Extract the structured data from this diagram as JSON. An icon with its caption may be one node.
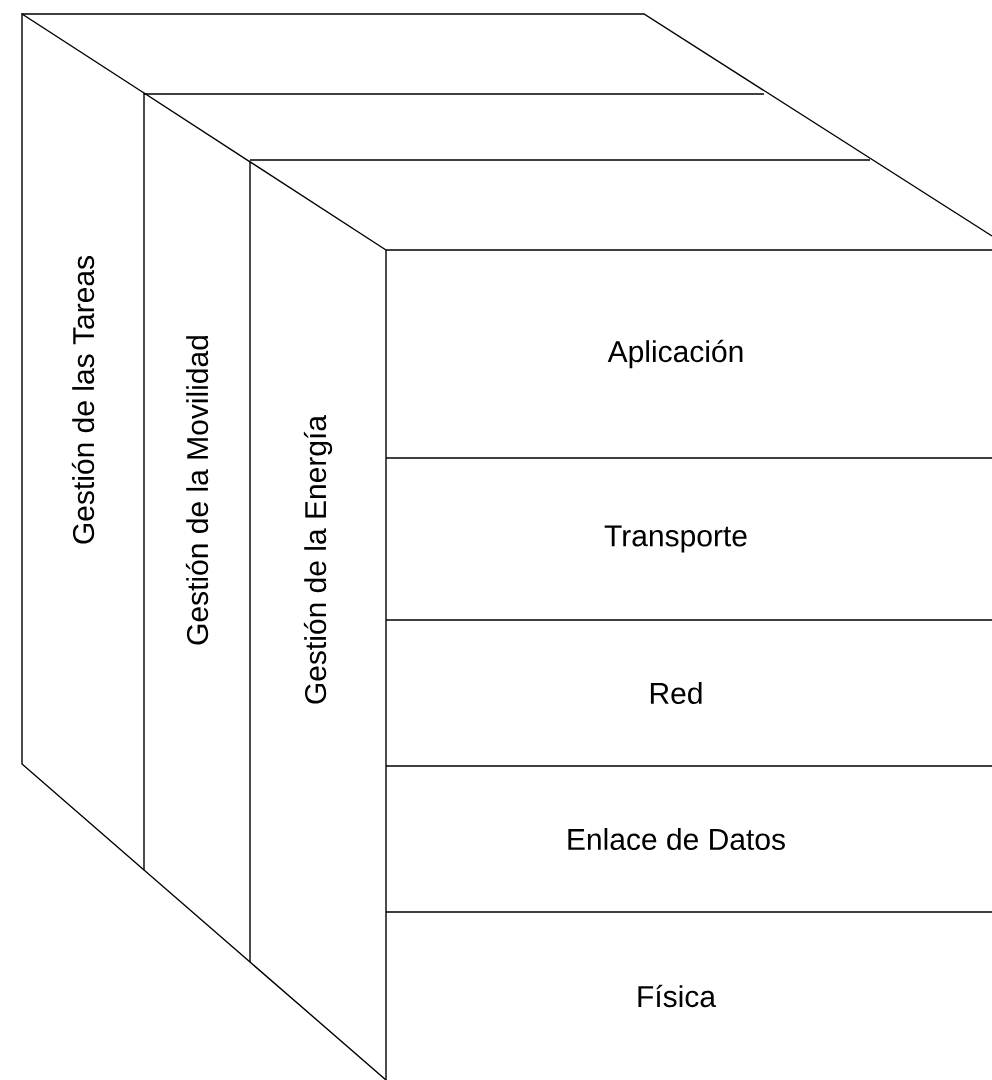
{
  "diagram": {
    "nodes": [
      {
        "text": [
          "Gestión de las Tareas"
        ]
      },
      {
        "text": [
          "Gestión de la Movilidad"
        ]
      },
      {
        "text": [
          "Gestión de la Energía"
        ]
      },
      {
        "text": [
          "Aplicación"
        ]
      },
      {
        "text": [
          "Transporte"
        ]
      },
      {
        "text": [
          "Red"
        ]
      },
      {
        "text": [
          "Enlace de Datos"
        ]
      },
      {
        "text": [
          "Física"
        ]
      }
    ]
  }
}
